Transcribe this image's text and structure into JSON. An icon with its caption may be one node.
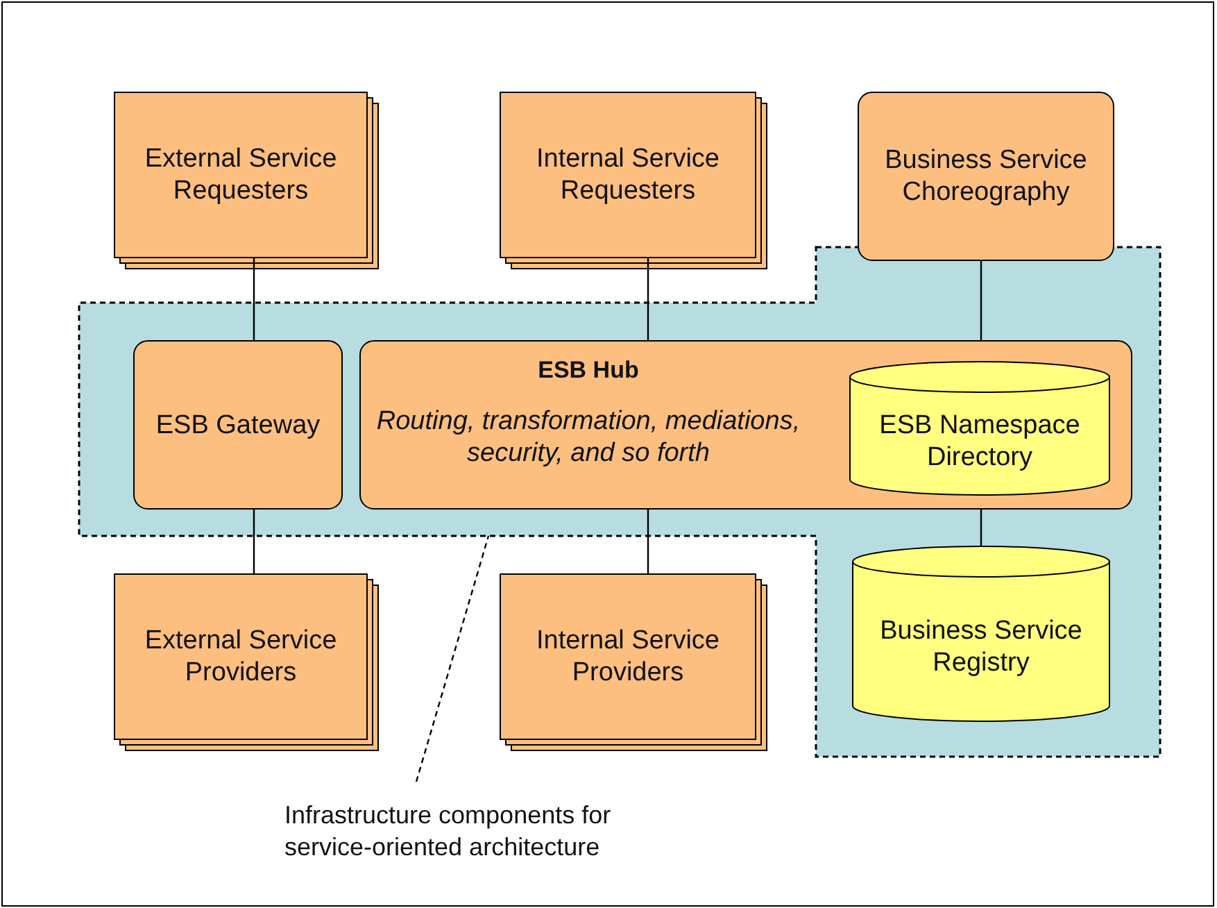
{
  "diagram": {
    "nodes": [
      {
        "text": [],
        "shape": "box"
      },
      {
        "text": [
          "External Service Requesters"
        ]
      },
      {
        "text": [
          "Internal Service Requesters"
        ]
      },
      {
        "text": [
          "Business Service Choreography"
        ]
      },
      {
        "text": [
          "ESB Gateway"
        ],
        "in": 0
      },
      {
        "text": [
          "ESB Hub",
          "Routing, transformation, mediations, security, and so forth"
        ],
        "in": 0
      },
      {
        "text": [
          "ESB Namespace Directory"
        ],
        "in": 5
      },
      {
        "text": [
          "External Service Providers"
        ]
      },
      {
        "text": [
          "Internal Service Providers"
        ]
      },
      {
        "text": [
          "Business Service Registry"
        ],
        "in": 0
      },
      {
        "text": [
          "Infrastructure components for service-oriented architecture"
        ]
      }
    ],
    "edges": [
      {
        "from": 1,
        "to": 4,
        "arrow": "none"
      },
      {
        "from": 2,
        "to": 5,
        "arrow": "none"
      },
      {
        "from": 3,
        "to": 5,
        "arrow": "none"
      },
      {
        "from": 4,
        "to": 7,
        "arrow": "none"
      },
      {
        "from": 5,
        "to": 8,
        "arrow": "none"
      },
      {
        "from": 5,
        "to": 9,
        "arrow": "none"
      },
      {
        "from": 10,
        "to": 0,
        "arrow": "none",
        "style": "dashed"
      }
    ]
  }
}
